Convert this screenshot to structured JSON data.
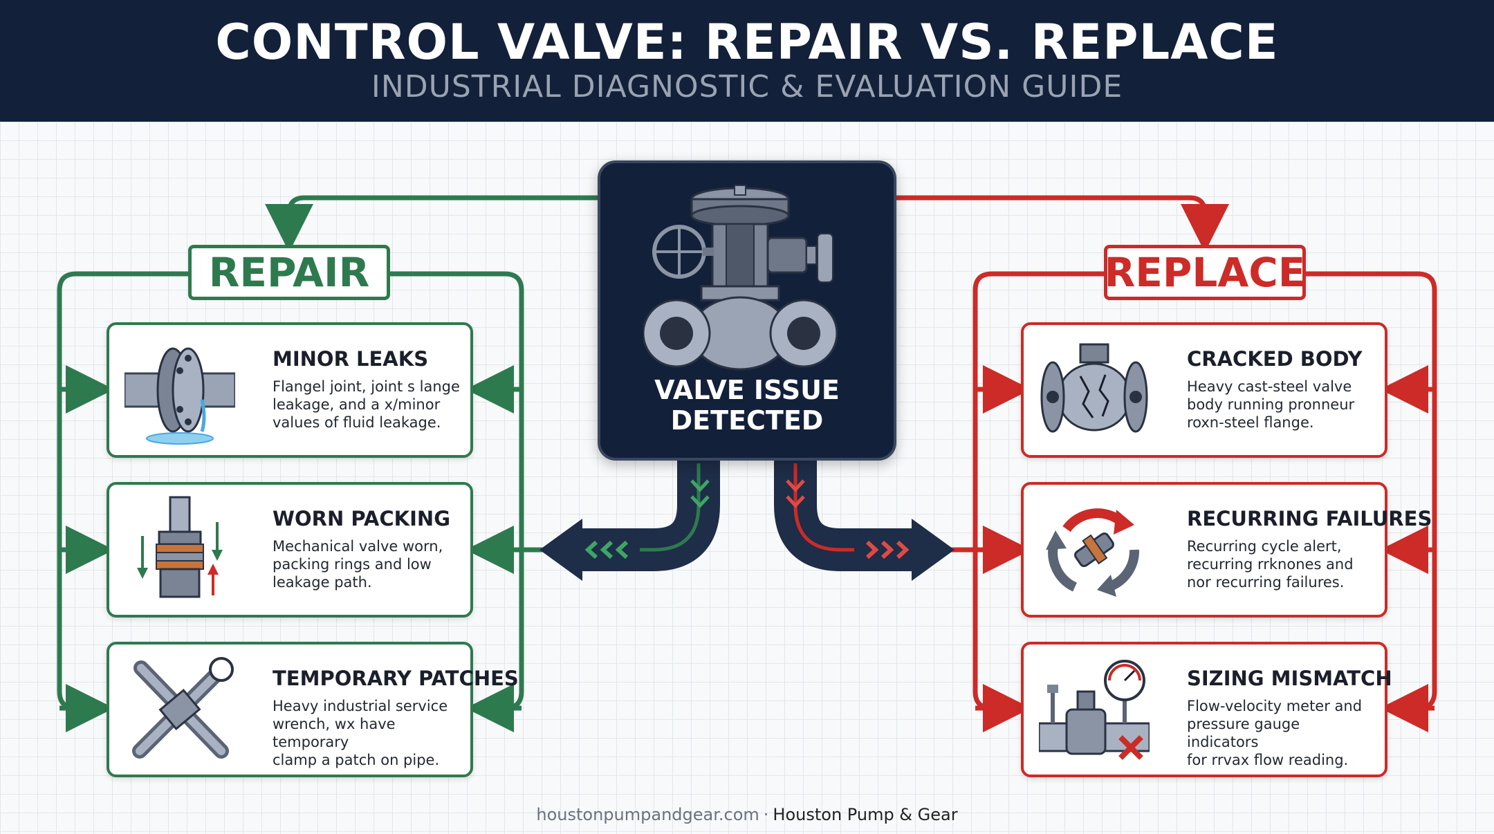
{
  "header": {
    "title": "CONTROL VALVE: REPAIR VS. REPLACE",
    "subtitle": "INDUSTRIAL DIAGNOSTIC & EVALUATION GUIDE"
  },
  "center": {
    "label": "VALVE ISSUE DETECTED"
  },
  "repair": {
    "label": "REPAIR",
    "color": "#2e7a4f",
    "cards": [
      {
        "title": "MINOR LEAKS",
        "lines": [
          "Flangel joint, joint s lange",
          "leakage, and a x/minor",
          "values of fluid leakage."
        ],
        "icon": "leaking-flange-icon"
      },
      {
        "title": "WORN PACKING",
        "lines": [
          "Mechanical valve worn,",
          "packing rings and low",
          "leakage path."
        ],
        "icon": "valve-packing-icon"
      },
      {
        "title": "TEMPORARY PATCHES",
        "lines": [
          "Heavy industrial service",
          "wrench, wx have temporary",
          "clamp a patch on pipe."
        ],
        "icon": "wrench-clamp-icon"
      }
    ]
  },
  "replace": {
    "label": "REPLACE",
    "color": "#cc2b27",
    "cards": [
      {
        "title": "CRACKED BODY",
        "lines": [
          "Heavy cast-steel valve",
          "body running pronneur",
          "roxn-steel flange."
        ],
        "icon": "cracked-valve-icon"
      },
      {
        "title": "RECURRING FAILURES",
        "lines": [
          "Recurring cycle alert,",
          "recurring rrknones and",
          "nor recurring failures."
        ],
        "icon": "recurring-cycle-icon"
      },
      {
        "title": "SIZING MISMATCH",
        "lines": [
          "Flow-velocity meter and",
          "pressure gauge indicators",
          "for rrvax flow reading."
        ],
        "icon": "pressure-gauge-icon"
      }
    ]
  },
  "footer": {
    "url": "houstonpumpandgear.com",
    "separator": "·",
    "company": "Houston Pump & Gear"
  },
  "colors": {
    "navy": "#13203a",
    "green": "#2e7a4f",
    "red": "#cc2b27"
  }
}
